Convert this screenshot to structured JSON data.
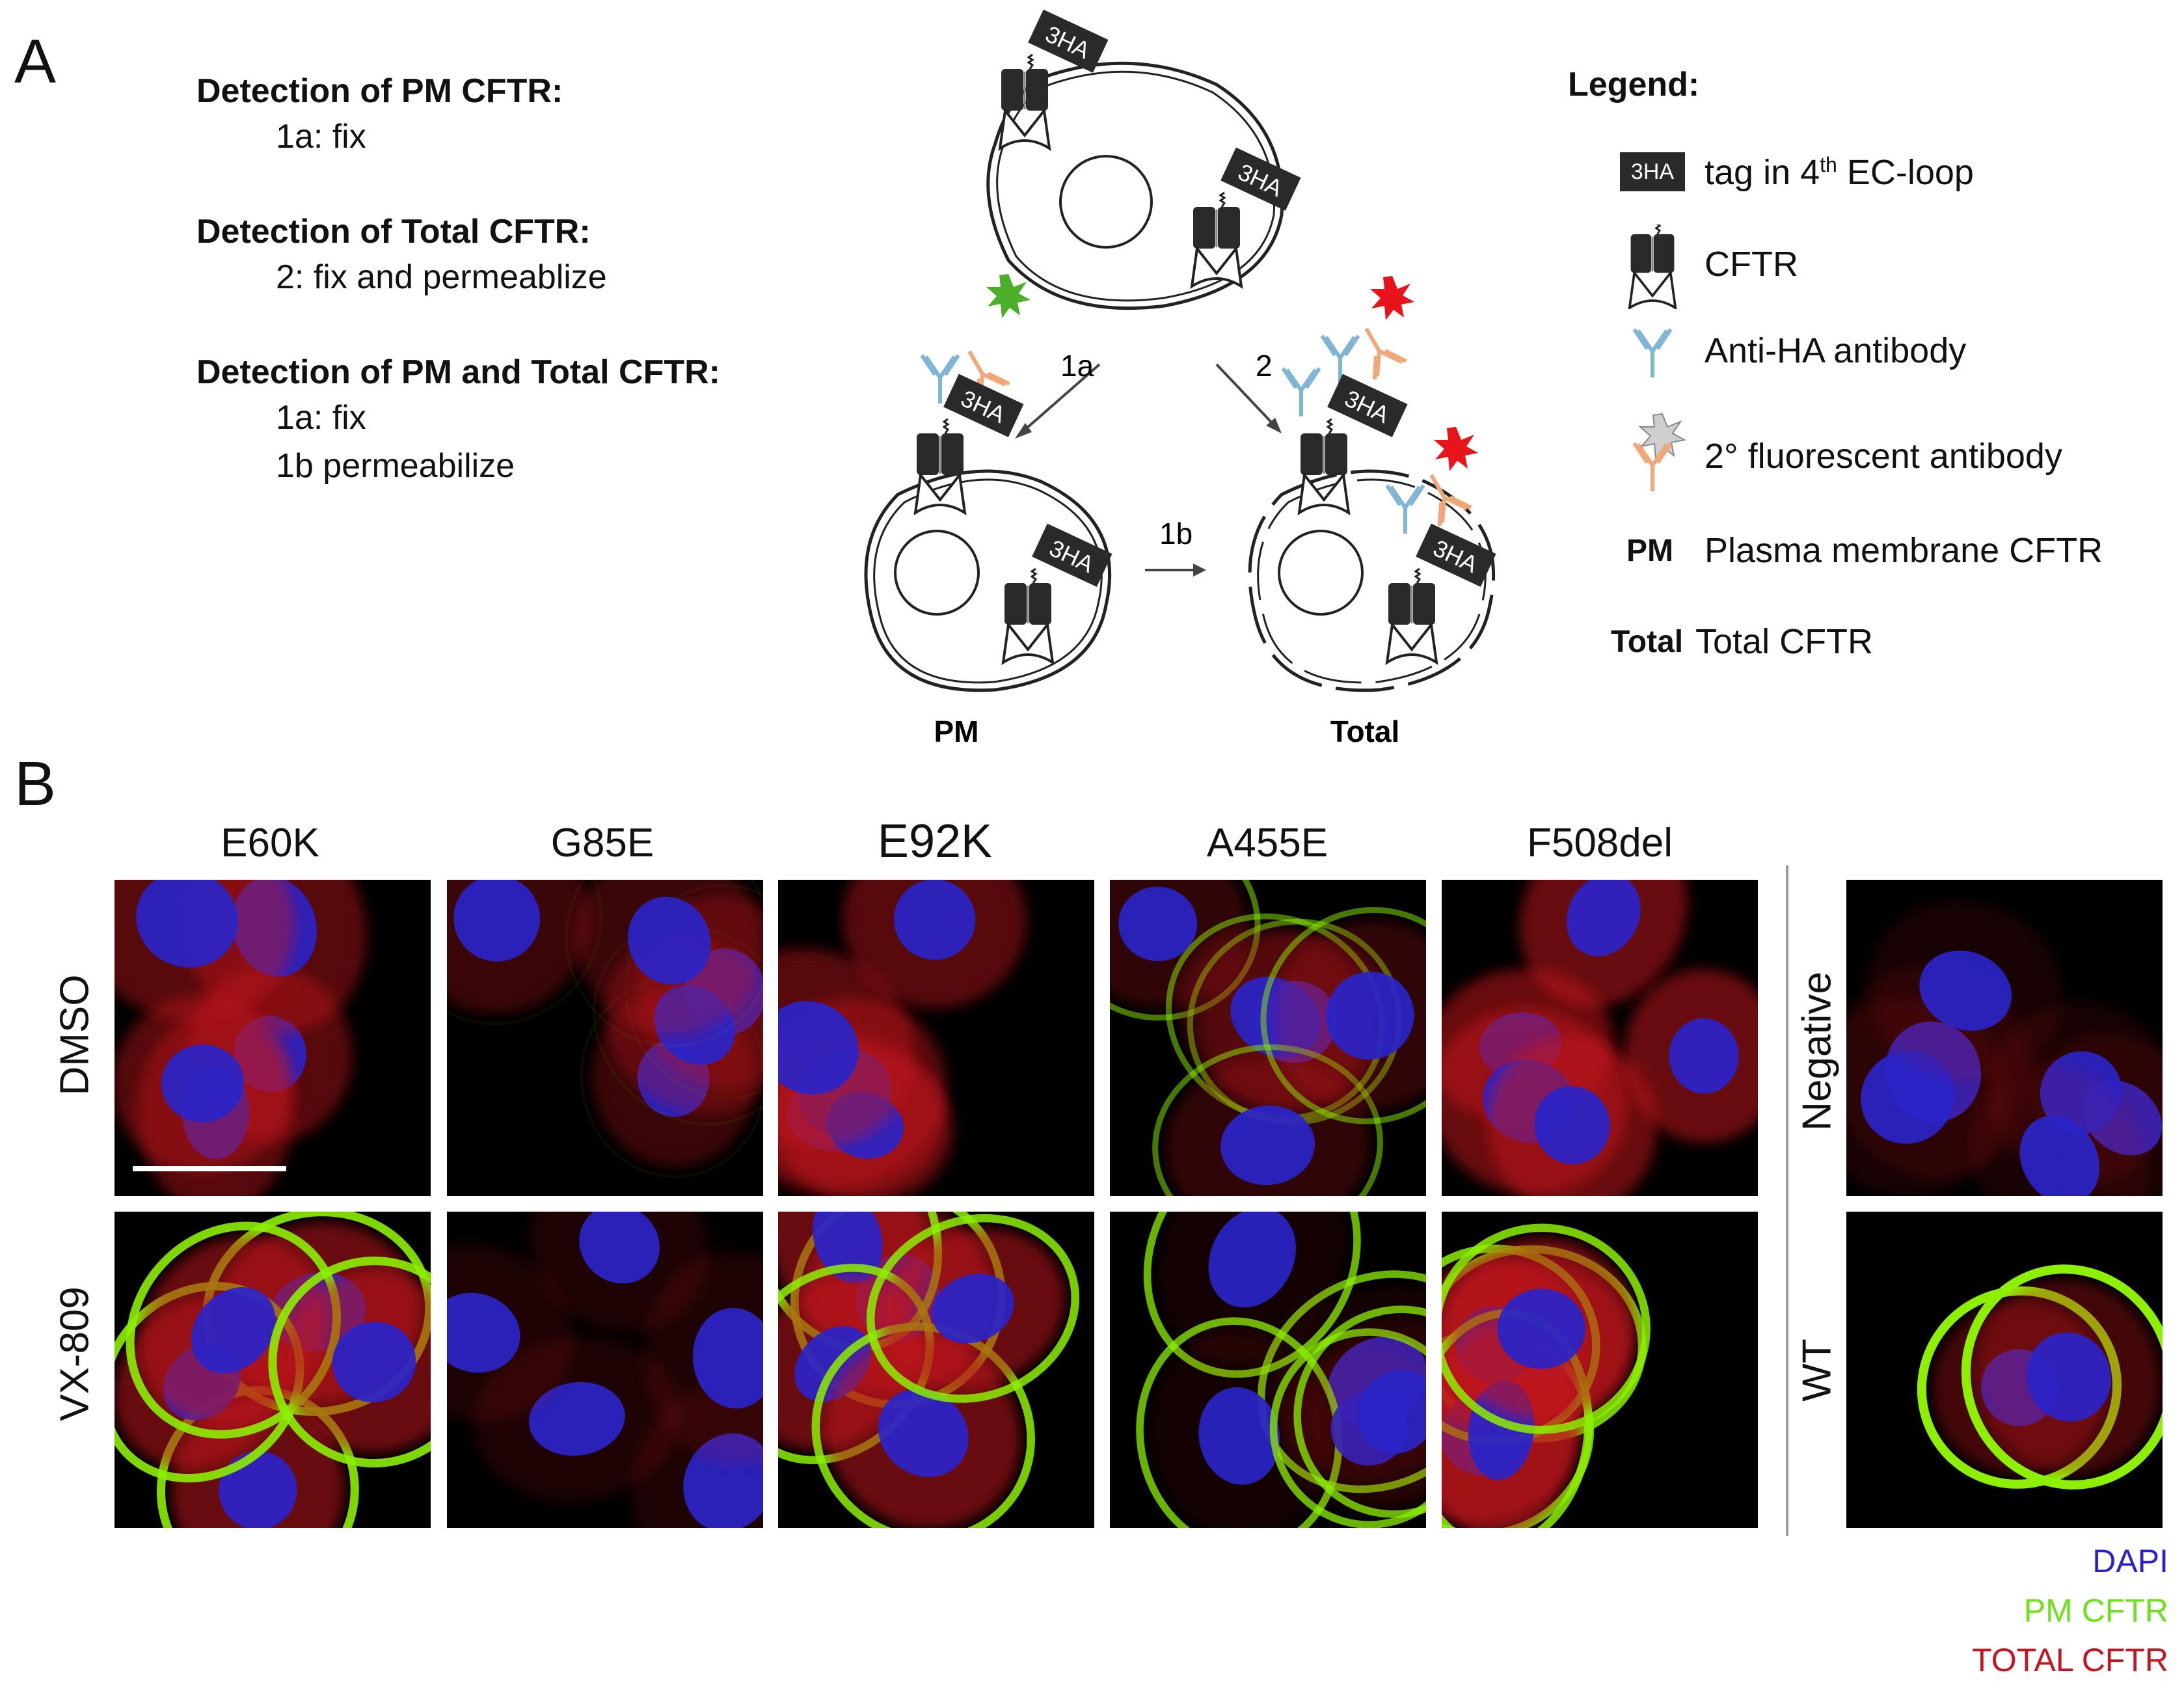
{
  "panel_a": {
    "letter": "A",
    "protocols": [
      {
        "title": "Detection of PM CFTR:",
        "steps": [
          "1a: fix"
        ]
      },
      {
        "title": "Detection of Total CFTR:",
        "steps": [
          "2: fix and permeablize"
        ]
      },
      {
        "title": "Detection of PM and Total CFTR:",
        "steps": [
          "1a: fix",
          "1b permeabilize"
        ]
      }
    ],
    "diagram": {
      "tag_label": "3HA",
      "arrow_1a": "1a",
      "arrow_2": "2",
      "arrow_1b": "1b",
      "label_pm": "PM",
      "label_total": "Total"
    },
    "legend": {
      "title": "Legend:",
      "items": [
        {
          "icon": "3ha-tag-icon",
          "icon_text": "3HA",
          "text_pre": "tag in 4",
          "text_sup": "th",
          "text_post": " EC-loop"
        },
        {
          "icon": "cftr-channel-icon",
          "text": "CFTR"
        },
        {
          "icon": "antibody-icon",
          "text": "Anti-HA antibody"
        },
        {
          "icon": "fluorescent-antibody-icon",
          "text": "2° fluorescent antibody"
        },
        {
          "abbr": "PM",
          "text": "Plasma membrane CFTR"
        },
        {
          "abbr": "Total",
          "text": "Total CFTR"
        }
      ]
    }
  },
  "panel_b": {
    "letter": "B",
    "columns": [
      "E60K",
      "G85E",
      "E92K",
      "A455E",
      "F508del"
    ],
    "rows": [
      "DMSO",
      "VX-809"
    ],
    "control_labels": [
      "Negative",
      "WT"
    ],
    "channels": [
      {
        "name": "DAPI",
        "color": "#2a1fd6"
      },
      {
        "name": "PM CFTR",
        "color": "#6fe01c"
      },
      {
        "name": "TOTAL CFTR",
        "color": "#c8141e"
      }
    ]
  },
  "colors": {
    "dapi": "#2a24c8",
    "pm_cftr": "#8cf000",
    "total_cftr": "#c0161c",
    "antibody_primary": "#7fb6d6",
    "antibody_secondary": "#f0a878",
    "green_fluor": "#4caf2a",
    "red_fluor": "#e8141a"
  }
}
